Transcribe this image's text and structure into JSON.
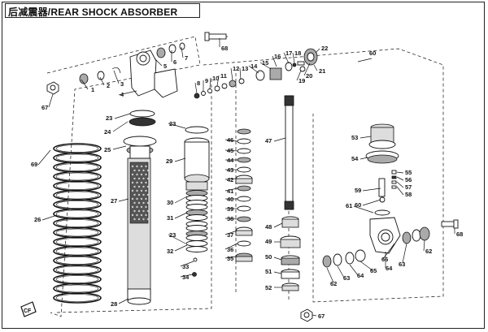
{
  "title": "后减震器/REAR SHOCK ABSORBER",
  "logo_text": "CF",
  "part_labels": [
    {
      "n": "1"
    },
    {
      "n": "2"
    },
    {
      "n": "3"
    },
    {
      "n": "4"
    },
    {
      "n": "5"
    },
    {
      "n": "6"
    },
    {
      "n": "7"
    },
    {
      "n": "8"
    },
    {
      "n": "9"
    },
    {
      "n": "10"
    },
    {
      "n": "11"
    },
    {
      "n": "12"
    },
    {
      "n": "13"
    },
    {
      "n": "14"
    },
    {
      "n": "15"
    },
    {
      "n": "16"
    },
    {
      "n": "17"
    },
    {
      "n": "18"
    },
    {
      "n": "19"
    },
    {
      "n": "20"
    },
    {
      "n": "21"
    },
    {
      "n": "22"
    },
    {
      "n": "23"
    },
    {
      "n": "23"
    },
    {
      "n": "23"
    },
    {
      "n": "24"
    },
    {
      "n": "25"
    },
    {
      "n": "26"
    },
    {
      "n": "27"
    },
    {
      "n": "28"
    },
    {
      "n": "29"
    },
    {
      "n": "30"
    },
    {
      "n": "31"
    },
    {
      "n": "32"
    },
    {
      "n": "33"
    },
    {
      "n": "34"
    },
    {
      "n": "35"
    },
    {
      "n": "36"
    },
    {
      "n": "37"
    },
    {
      "n": "38"
    },
    {
      "n": "39"
    },
    {
      "n": "40"
    },
    {
      "n": "41"
    },
    {
      "n": "42"
    },
    {
      "n": "43"
    },
    {
      "n": "44"
    },
    {
      "n": "45"
    },
    {
      "n": "46"
    },
    {
      "n": "47"
    },
    {
      "n": "48"
    },
    {
      "n": "49"
    },
    {
      "n": "50"
    },
    {
      "n": "51"
    },
    {
      "n": "52"
    },
    {
      "n": "53"
    },
    {
      "n": "54"
    },
    {
      "n": "55"
    },
    {
      "n": "56"
    },
    {
      "n": "57"
    },
    {
      "n": "58"
    },
    {
      "n": "59"
    },
    {
      "n": "60"
    },
    {
      "n": "60"
    },
    {
      "n": "61"
    },
    {
      "n": "62"
    },
    {
      "n": "62"
    },
    {
      "n": "63"
    },
    {
      "n": "63"
    },
    {
      "n": "64"
    },
    {
      "n": "64"
    },
    {
      "n": "65"
    },
    {
      "n": "66"
    },
    {
      "n": "67"
    },
    {
      "n": "67"
    },
    {
      "n": "68"
    },
    {
      "n": "68"
    },
    {
      "n": "69"
    }
  ]
}
